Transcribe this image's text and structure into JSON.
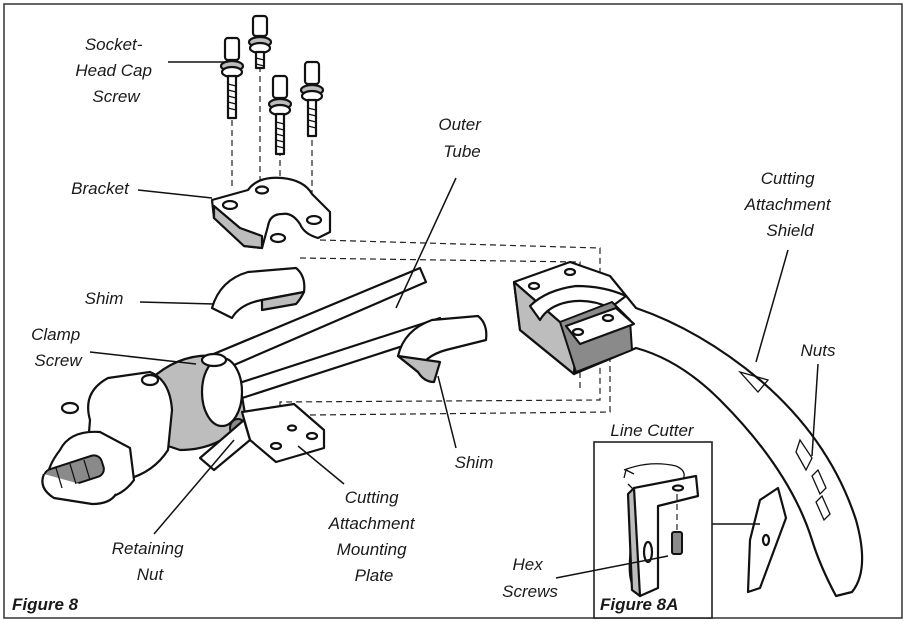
{
  "figure_label": "Figure 8",
  "inset_label": "Figure 8A",
  "labels": {
    "socket_head_cap_screw": [
      "Socket-",
      "Head Cap",
      "Screw"
    ],
    "bracket": [
      "Bracket"
    ],
    "outer_tube": [
      "Outer",
      "Tube"
    ],
    "cutting_attachment_shield": [
      "Cutting",
      "Attachment",
      "Shield"
    ],
    "shim_top": [
      "Shim"
    ],
    "clamp_screw": [
      "Clamp",
      "Screw"
    ],
    "nuts": [
      "Nuts"
    ],
    "shim_bottom": [
      "Shim"
    ],
    "line_cutter": [
      "Line Cutter"
    ],
    "cutting_attachment_mounting_plate": [
      "Cutting",
      "Attachment",
      "Mounting",
      "Plate"
    ],
    "retaining_nut": [
      "Retaining",
      "Nut"
    ],
    "hex_screws": [
      "Hex",
      "Screws"
    ]
  }
}
